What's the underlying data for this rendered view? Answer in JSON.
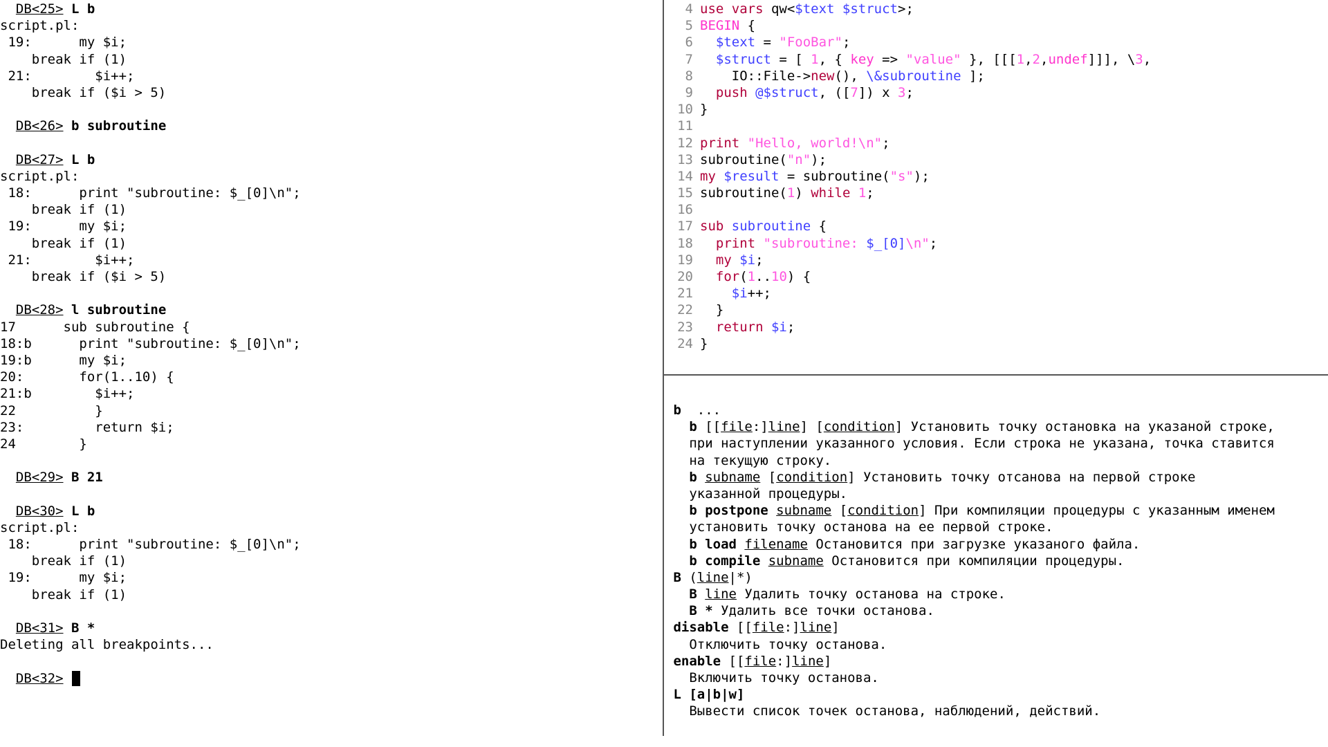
{
  "terminal": {
    "lines": [
      {
        "prompt": "DB<25>",
        "cmd": "L b"
      },
      {
        "text": "script.pl:"
      },
      {
        "text": " 19:      my $i;"
      },
      {
        "text": "    break if (1)"
      },
      {
        "text": " 21:        $i++;"
      },
      {
        "text": "    break if ($i > 5)"
      },
      {
        "text": ""
      },
      {
        "prompt": "DB<26>",
        "cmd": "b subroutine"
      },
      {
        "text": ""
      },
      {
        "prompt": "DB<27>",
        "cmd": "L b"
      },
      {
        "text": "script.pl:"
      },
      {
        "text": " 18:      print \"subroutine: $_[0]\\n\";"
      },
      {
        "text": "    break if (1)"
      },
      {
        "text": " 19:      my $i;"
      },
      {
        "text": "    break if (1)"
      },
      {
        "text": " 21:        $i++;"
      },
      {
        "text": "    break if ($i > 5)"
      },
      {
        "text": ""
      },
      {
        "prompt": "DB<28>",
        "cmd": "l subroutine"
      },
      {
        "text": "17      sub subroutine {"
      },
      {
        "text": "18:b      print \"subroutine: $_[0]\\n\";"
      },
      {
        "text": "19:b      my $i;"
      },
      {
        "text": "20:       for(1..10) {"
      },
      {
        "text": "21:b        $i++;"
      },
      {
        "text": "22          }"
      },
      {
        "text": "23:         return $i;"
      },
      {
        "text": "24        }"
      },
      {
        "text": ""
      },
      {
        "prompt": "DB<29>",
        "cmd": "B 21"
      },
      {
        "text": ""
      },
      {
        "prompt": "DB<30>",
        "cmd": "L b"
      },
      {
        "text": "script.pl:"
      },
      {
        "text": " 18:      print \"subroutine: $_[0]\\n\";"
      },
      {
        "text": "    break if (1)"
      },
      {
        "text": " 19:      my $i;"
      },
      {
        "text": "    break if (1)"
      },
      {
        "text": ""
      },
      {
        "prompt": "DB<31>",
        "cmd": "B *"
      },
      {
        "text": "Deleting all breakpoints..."
      },
      {
        "text": ""
      },
      {
        "prompt": "DB<32>",
        "cmd": "",
        "cursor": true
      }
    ]
  },
  "source": {
    "lines": [
      {
        "n": "4",
        "segs": [
          [
            "kw",
            "use vars "
          ],
          [
            "plain",
            "qw<"
          ],
          [
            "var",
            "$text $struct"
          ],
          [
            "plain",
            ">;"
          ]
        ]
      },
      {
        "n": "5",
        "segs": [
          [
            "kw2",
            "BEGIN"
          ],
          [
            "plain",
            " {"
          ]
        ]
      },
      {
        "n": "6",
        "segs": [
          [
            "plain",
            "  "
          ],
          [
            "var",
            "$text"
          ],
          [
            "plain",
            " = "
          ],
          [
            "str",
            "\"FooBar\""
          ],
          [
            "plain",
            ";"
          ]
        ]
      },
      {
        "n": "7",
        "segs": [
          [
            "plain",
            "  "
          ],
          [
            "var",
            "$struct"
          ],
          [
            "plain",
            " = [ "
          ],
          [
            "num",
            "1"
          ],
          [
            "plain",
            ", { "
          ],
          [
            "kw2",
            "key"
          ],
          [
            "plain",
            " => "
          ],
          [
            "str",
            "\"value\""
          ],
          [
            "plain",
            " }, [[["
          ],
          [
            "num",
            "1"
          ],
          [
            "plain",
            ","
          ],
          [
            "num",
            "2"
          ],
          [
            "plain",
            ","
          ],
          [
            "kw2",
            "undef"
          ],
          [
            "plain",
            "]]], \\"
          ],
          [
            "num",
            "3"
          ],
          [
            "plain",
            ","
          ]
        ]
      },
      {
        "n": "8",
        "segs": [
          [
            "plain",
            "    IO::File->"
          ],
          [
            "kw",
            "new"
          ],
          [
            "plain",
            "(), "
          ],
          [
            "var",
            "\\&subroutine"
          ],
          [
            "plain",
            " ];"
          ]
        ]
      },
      {
        "n": "9",
        "segs": [
          [
            "plain",
            "  "
          ],
          [
            "kw",
            "push"
          ],
          [
            "plain",
            " "
          ],
          [
            "var",
            "@$struct"
          ],
          [
            "plain",
            ", (["
          ],
          [
            "num",
            "7"
          ],
          [
            "plain",
            "]) x "
          ],
          [
            "num",
            "3"
          ],
          [
            "plain",
            ";"
          ]
        ]
      },
      {
        "n": "10",
        "segs": [
          [
            "plain",
            "}"
          ]
        ]
      },
      {
        "n": "11",
        "segs": []
      },
      {
        "n": "12",
        "segs": [
          [
            "kw",
            "print"
          ],
          [
            "plain",
            " "
          ],
          [
            "str",
            "\"Hello, world!\\n\""
          ],
          [
            "plain",
            ";"
          ]
        ]
      },
      {
        "n": "13",
        "segs": [
          [
            "plain",
            "subroutine("
          ],
          [
            "str",
            "\"n\""
          ],
          [
            "plain",
            ");"
          ]
        ]
      },
      {
        "n": "14",
        "segs": [
          [
            "kw",
            "my"
          ],
          [
            "plain",
            " "
          ],
          [
            "var",
            "$result"
          ],
          [
            "plain",
            " = subroutine("
          ],
          [
            "str",
            "\"s\""
          ],
          [
            "plain",
            ");"
          ]
        ]
      },
      {
        "n": "15",
        "segs": [
          [
            "plain",
            "subroutine("
          ],
          [
            "num",
            "1"
          ],
          [
            "plain",
            ") "
          ],
          [
            "kw",
            "while"
          ],
          [
            "plain",
            " "
          ],
          [
            "num",
            "1"
          ],
          [
            "plain",
            ";"
          ]
        ]
      },
      {
        "n": "16",
        "segs": []
      },
      {
        "n": "17",
        "segs": [
          [
            "kw",
            "sub"
          ],
          [
            "plain",
            " "
          ],
          [
            "var",
            "subroutine"
          ],
          [
            "plain",
            " {"
          ]
        ]
      },
      {
        "n": "18",
        "segs": [
          [
            "plain",
            "  "
          ],
          [
            "kw",
            "print"
          ],
          [
            "plain",
            " "
          ],
          [
            "str",
            "\"subroutine: "
          ],
          [
            "var",
            "$_[0]"
          ],
          [
            "str",
            "\\n\""
          ],
          [
            "plain",
            ";"
          ]
        ]
      },
      {
        "n": "19",
        "segs": [
          [
            "plain",
            "  "
          ],
          [
            "kw",
            "my"
          ],
          [
            "plain",
            " "
          ],
          [
            "var",
            "$i"
          ],
          [
            "plain",
            ";"
          ]
        ]
      },
      {
        "n": "20",
        "segs": [
          [
            "plain",
            "  "
          ],
          [
            "kw",
            "for"
          ],
          [
            "plain",
            "("
          ],
          [
            "num",
            "1"
          ],
          [
            "plain",
            ".."
          ],
          [
            "num",
            "10"
          ],
          [
            "plain",
            ") {"
          ]
        ]
      },
      {
        "n": "21",
        "segs": [
          [
            "plain",
            "    "
          ],
          [
            "var",
            "$i"
          ],
          [
            "plain",
            "++;"
          ]
        ]
      },
      {
        "n": "22",
        "segs": [
          [
            "plain",
            "  }"
          ]
        ]
      },
      {
        "n": "23",
        "segs": [
          [
            "plain",
            "  "
          ],
          [
            "kw",
            "return"
          ],
          [
            "plain",
            " "
          ],
          [
            "var",
            "$i"
          ],
          [
            "plain",
            ";"
          ]
        ]
      },
      {
        "n": "24",
        "segs": [
          [
            "plain",
            "}"
          ]
        ]
      }
    ]
  },
  "help": {
    "lines": [
      {
        "segs": [
          [
            "b",
            " b"
          ],
          [
            "",
            "  ..."
          ]
        ]
      },
      {
        "segs": [
          [
            "b",
            "   b"
          ],
          [
            "",
            " [["
          ],
          [
            "u",
            "file"
          ],
          [
            "",
            ":]"
          ],
          [
            "u",
            "line"
          ],
          [
            "",
            "] ["
          ],
          [
            "u",
            "condition"
          ],
          [
            "",
            "] Установить точку остановка на указаной строке,"
          ]
        ]
      },
      {
        "segs": [
          [
            "",
            "   при наступлении указанного условия. Если строка не указана, точка ставится"
          ]
        ]
      },
      {
        "segs": [
          [
            "",
            "   на текущую строку."
          ]
        ]
      },
      {
        "segs": [
          [
            "b",
            "   b"
          ],
          [
            "",
            " "
          ],
          [
            "u",
            "subname"
          ],
          [
            "",
            " ["
          ],
          [
            "u",
            "condition"
          ],
          [
            "",
            "] Установить точку отсанова на первой строке"
          ]
        ]
      },
      {
        "segs": [
          [
            "",
            "   указанной процедуры."
          ]
        ]
      },
      {
        "segs": [
          [
            "b",
            "   b postpone"
          ],
          [
            "",
            " "
          ],
          [
            "u",
            "subname"
          ],
          [
            "",
            " ["
          ],
          [
            "u",
            "condition"
          ],
          [
            "",
            "] При компиляции процедуры с указанным именем"
          ]
        ]
      },
      {
        "segs": [
          [
            "",
            "   установить точку останова на ее первой строке."
          ]
        ]
      },
      {
        "segs": [
          [
            "b",
            "   b load"
          ],
          [
            "",
            " "
          ],
          [
            "u",
            "filename"
          ],
          [
            "",
            " Остановится при загрузке указаного файла."
          ]
        ]
      },
      {
        "segs": [
          [
            "b",
            "   b compile"
          ],
          [
            "",
            " "
          ],
          [
            "u",
            "subname"
          ],
          [
            "",
            " Остановится при компиляции процедуры."
          ]
        ]
      },
      {
        "segs": [
          [
            "b",
            " B"
          ],
          [
            "",
            " ("
          ],
          [
            "u",
            "line"
          ],
          [
            "",
            "|*)"
          ]
        ]
      },
      {
        "segs": [
          [
            "b",
            "   B"
          ],
          [
            "",
            " "
          ],
          [
            "u",
            "line"
          ],
          [
            "",
            " Удалить точку останова на строке."
          ]
        ]
      },
      {
        "segs": [
          [
            "b",
            "   B *"
          ],
          [
            "",
            " Удалить все точки останова."
          ]
        ]
      },
      {
        "segs": [
          [
            "b",
            " disable"
          ],
          [
            "",
            " [["
          ],
          [
            "u",
            "file"
          ],
          [
            "",
            ":]"
          ],
          [
            "u",
            "line"
          ],
          [
            "",
            "]"
          ]
        ]
      },
      {
        "segs": [
          [
            "",
            "   Отключить точку останова."
          ]
        ]
      },
      {
        "segs": [
          [
            "b",
            " enable"
          ],
          [
            "",
            " [["
          ],
          [
            "u",
            "file"
          ],
          [
            "",
            ":]"
          ],
          [
            "u",
            "line"
          ],
          [
            "",
            "]"
          ]
        ]
      },
      {
        "segs": [
          [
            "",
            "   Включить точку останова."
          ]
        ]
      },
      {
        "segs": [
          [
            "b",
            " L [a|b|w]"
          ]
        ]
      },
      {
        "segs": [
          [
            "",
            "   Вывести список точек останова, наблюдений, действий."
          ]
        ]
      }
    ]
  }
}
